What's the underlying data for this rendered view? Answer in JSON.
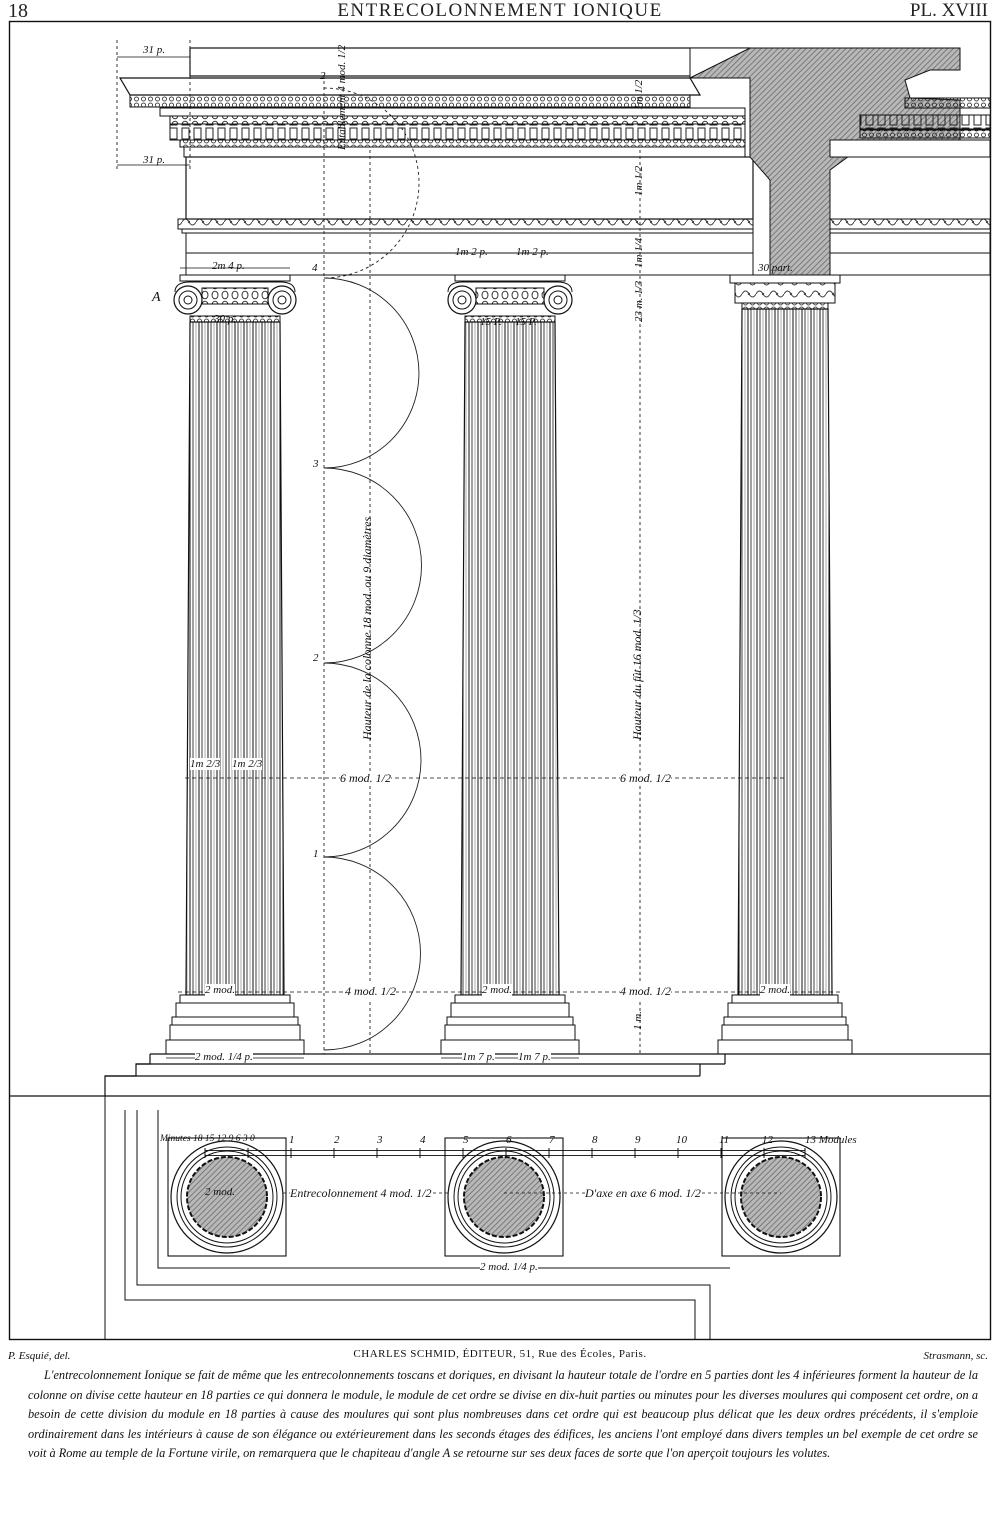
{
  "header": {
    "page_number": "18",
    "title": "ENTRECOLONNEMENT IONIQUE",
    "plate": "PL. XVIII"
  },
  "elevation_labels": {
    "projection_top": "31 p.",
    "projection_bottom": "31 p.",
    "entablement": "Entablement",
    "entablement_value": "4 mod. 1/2",
    "cornice_mark": "2",
    "cornice_height": "1m 1/2",
    "frieze_height": "1m 1/2",
    "architrave_height": "1m 1/4",
    "architrave_widths": "1m 2 p.",
    "architrave_widths_2": "1m 2 p.",
    "capital_width": "2m 4 p.",
    "capital_mark": "4",
    "capital_height": "23 m. 1/3",
    "thirty_parts": "30 part.",
    "point_a": "A",
    "neck_left": "30 p.",
    "neck_mid": "15 P.",
    "neck_mid2": "15 P.",
    "column_height": "Hauteur de la colonne 18 mod. ou 9 diamètres",
    "shaft_height": "Hauteur du fût 16 mod. 1/3",
    "mark_3": "3",
    "mark_2": "2",
    "mark_1": "1",
    "diam_a": "1m 2/3",
    "diam_b": "1m 2/3",
    "axis_1": "6 mod. 1/2",
    "axis_2": "6 mod. 1/2",
    "base_a": "2 mod.",
    "base_b": "2 mod.",
    "base_c": "2 mod.",
    "intercol_1": "4 mod. 1/2",
    "intercol_2": "4 mod. 1/2",
    "base_height": "1 m.",
    "plinth_width": "2 mod. 1/4 p.",
    "plinth_half_a": "1m 7 p.",
    "plinth_half_b": "1m 7 p."
  },
  "plan_labels": {
    "diameter": "2 mod.",
    "entrecolonnement": "Entrecolonnement 4 mod. 1/2",
    "axe": "D'axe en axe 6 mod. 1/2",
    "plinth": "2 mod. 1/4 p."
  },
  "scale": {
    "minutes_label": "Minutes 18 15 12 9 6 3 0",
    "ticks": [
      "1",
      "2",
      "3",
      "4",
      "5",
      "6",
      "7",
      "8",
      "9",
      "10",
      "11",
      "12"
    ],
    "end_label": "13 Modules"
  },
  "footer": {
    "delineator": "P. Esquié, del.",
    "publisher": "CHARLES SCHMID, ÉDITEUR, 51, Rue des Écoles, Paris.",
    "engraver": "Strasmann, sc.",
    "caption": "L'entrecolonnement Ionique se fait de même que les entrecolonnements toscans et doriques, en divisant la hauteur totale de l'ordre en 5 parties dont les 4 inférieures forment la hauteur de la colonne on divise cette hauteur en 18 parties ce qui donnera le module, le module de cet ordre se divise en dix-huit parties ou minutes pour les diverses moulures qui composent cet ordre, on a besoin de cette division du module en 18 parties à cause des moulures qui sont plus nombreuses dans cet ordre qui est beaucoup plus délicat que les deux ordres précédents, il s'emploie ordinairement dans les intérieurs à cause de son élégance ou extérieurement dans les seconds étages des édifices, les anciens l'ont employé dans divers temples un bel exemple de cet ordre se voit à Rome au temple de la Fortune virile, on remarquera que le chapiteau d'angle A se retourne sur ses deux faces de sorte que l'on aperçoit toujours les volutes."
  }
}
